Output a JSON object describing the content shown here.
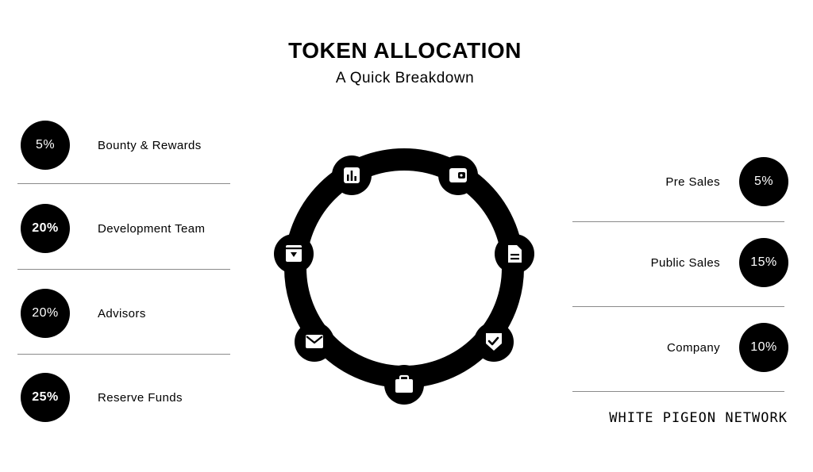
{
  "header": {
    "title": "TOKEN ALLOCATION",
    "subtitle": "A Quick Breakdown"
  },
  "left_items": [
    {
      "percent": "5%",
      "label": "Bounty & Rewards"
    },
    {
      "percent": "20%",
      "label": "Development Team"
    },
    {
      "percent": "20%",
      "label": "Advisors"
    },
    {
      "percent": "25%",
      "label": "Reserve Funds"
    }
  ],
  "right_items": [
    {
      "percent": "5%",
      "label": "Pre Sales"
    },
    {
      "percent": "15%",
      "label": "Public Sales"
    },
    {
      "percent": "10%",
      "label": "Company"
    }
  ],
  "brand": "WHITE PIGEON NETWORK",
  "ring_icons": [
    "bar-chart-icon",
    "wallet-icon",
    "document-icon",
    "check-shield-icon",
    "briefcase-icon",
    "mail-icon",
    "archive-download-icon"
  ],
  "colors": {
    "ink": "#000000",
    "background": "#ffffff",
    "divider": "#8a8a8a"
  }
}
